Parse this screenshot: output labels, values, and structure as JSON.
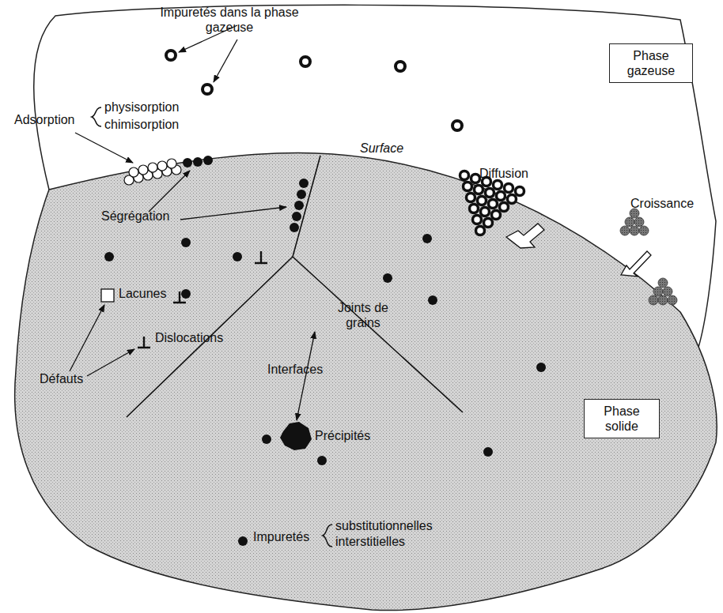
{
  "diagram": {
    "nodes": [
      {
        "text": [
          "Phase gazeuse"
        ]
      },
      {
        "text": [
          "Phase solide"
        ]
      }
    ],
    "labels": [
      "Impuretés dans la phase gazeuse",
      "Adsorption",
      "physisorption",
      "chimisorption",
      "Surface",
      "Diffusion",
      "Croissance",
      "Ségrégation",
      "Lacunes",
      "Dislocations",
      "Défauts",
      "Joints de grains",
      "Interfaces",
      "Précipités",
      "Impuretés",
      "substitutionnelles",
      "interstitielles"
    ]
  }
}
